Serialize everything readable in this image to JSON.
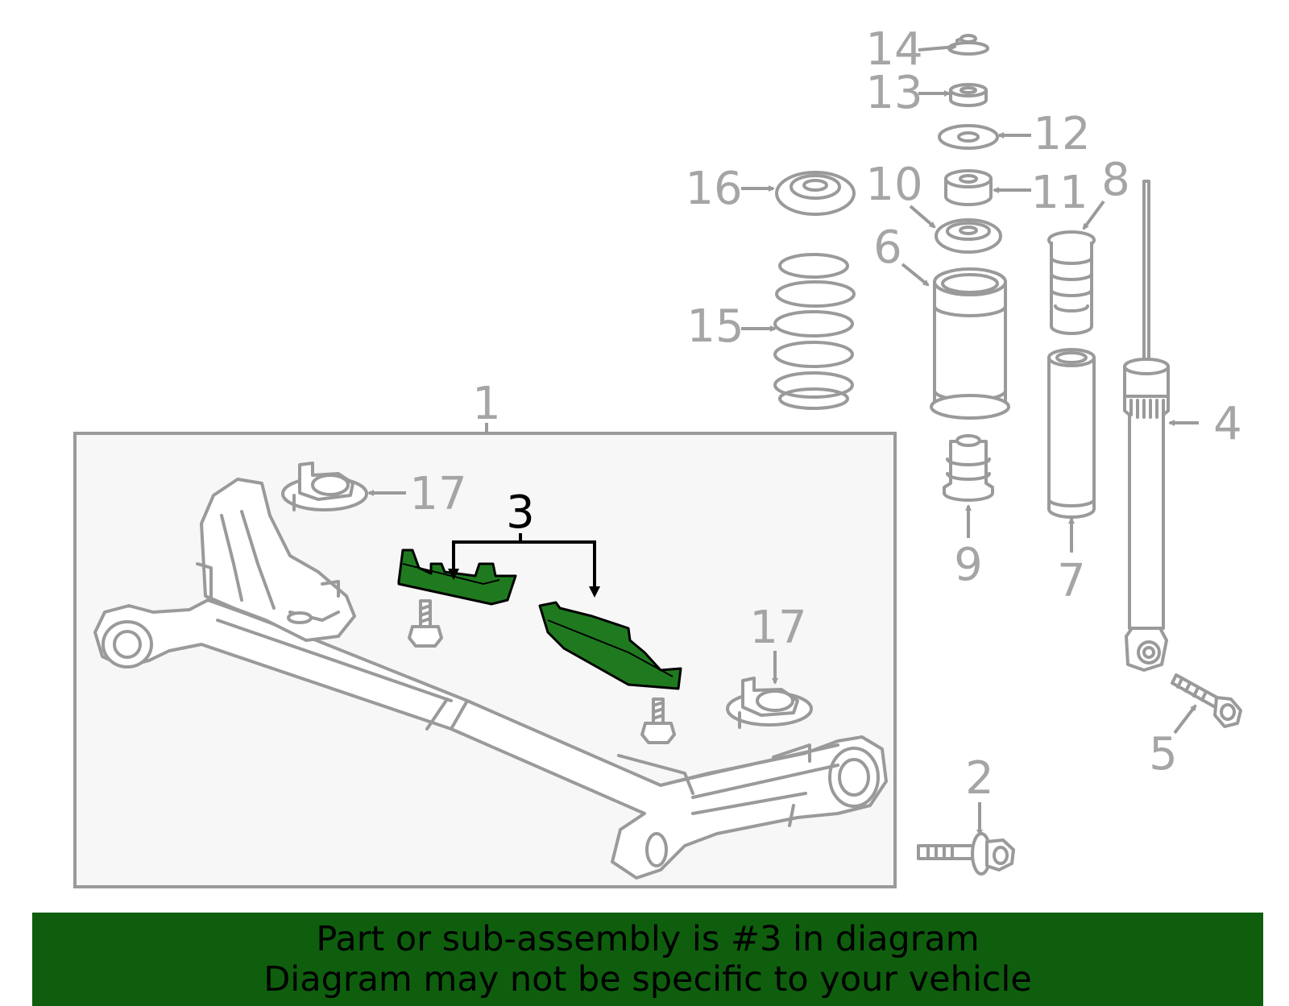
{
  "diagram": {
    "highlighted_part": "3",
    "highlight_color": "#1f7a1f",
    "banner_color": "#0e5e0e",
    "callouts": {
      "c1": "1",
      "c2": "2",
      "c3": "3",
      "c4": "4",
      "c5": "5",
      "c6": "6",
      "c7": "7",
      "c8": "8",
      "c9": "9",
      "c10": "10",
      "c11": "11",
      "c12": "12",
      "c13": "13",
      "c14": "14",
      "c15": "15",
      "c16": "16",
      "c17a": "17",
      "c17b": "17"
    }
  },
  "banner": {
    "line1": "Part or sub-assembly is #3 in diagram",
    "line2": "Diagram may not be specific to your vehicle"
  }
}
